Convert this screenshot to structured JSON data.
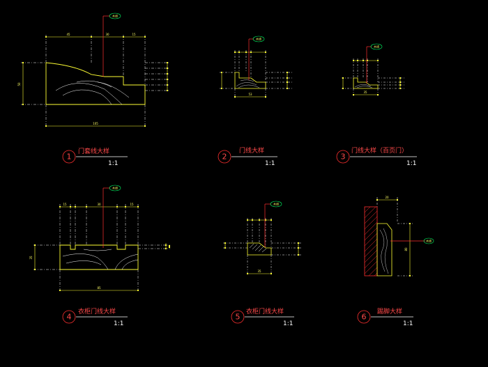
{
  "colors": {
    "background": "#000000",
    "outline": "#ffff33",
    "hatch": "#ffffff",
    "leader": "#ff3030",
    "tag": "#00ff66",
    "title": "#ff4a4a"
  },
  "details": [
    {
      "number": "1",
      "title": "门套线大样",
      "scale": "1:1"
    },
    {
      "number": "2",
      "title": "门线大样",
      "scale": "1:1"
    },
    {
      "number": "3",
      "title": "门线大样（百页门）",
      "scale": "1:1"
    },
    {
      "number": "4",
      "title": "衣柜门线大样",
      "scale": "1:1"
    },
    {
      "number": "5",
      "title": "衣柜门线大样",
      "scale": "1:1"
    },
    {
      "number": "6",
      "title": "踢脚大样",
      "scale": "1:1"
    }
  ]
}
